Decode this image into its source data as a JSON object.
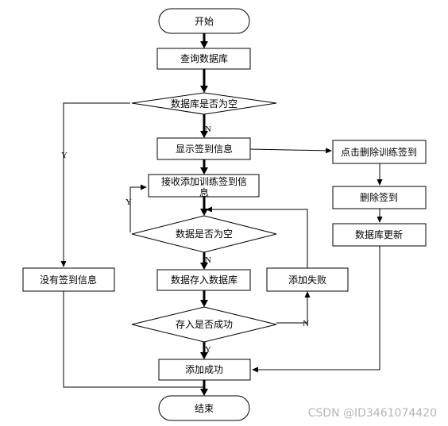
{
  "nodes": {
    "start": "开始",
    "query_db": "查询数据库",
    "db_empty": "数据库是否为空",
    "show_checkin": "显示签到信息",
    "receive_add_line1": "接收添加训练签到信",
    "receive_add_line2": "息",
    "data_empty": "数据是否为空",
    "save_db": "数据存入数据库",
    "save_success": "存入是否成功",
    "add_success": "添加成功",
    "end": "结束",
    "no_checkin": "没有签到信息",
    "add_fail": "添加失败",
    "click_delete": "点击删除训练签到",
    "delete_checkin": "删除签到",
    "db_update": "数据库更新"
  },
  "edge_labels": {
    "db_empty_no": "N",
    "db_empty_yes": "Y",
    "data_empty_yes": "Y",
    "data_empty_no": "N",
    "save_success_yes": "Y",
    "save_success_no": "N"
  },
  "watermark": "CSDN @ID3461074420"
}
